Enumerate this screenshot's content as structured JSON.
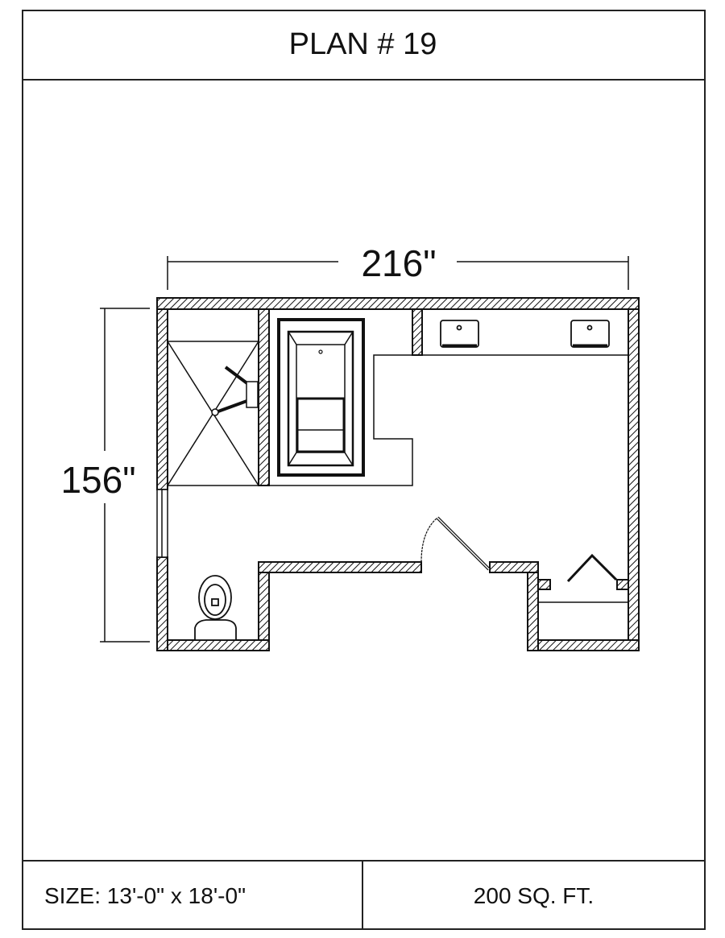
{
  "title": "PLAN # 19",
  "dimensions": {
    "width_label": "216\"",
    "height_label": "156\""
  },
  "footer": {
    "size": "SIZE:  13'-0\" x 18'-0\"",
    "area": "200 SQ. FT."
  }
}
